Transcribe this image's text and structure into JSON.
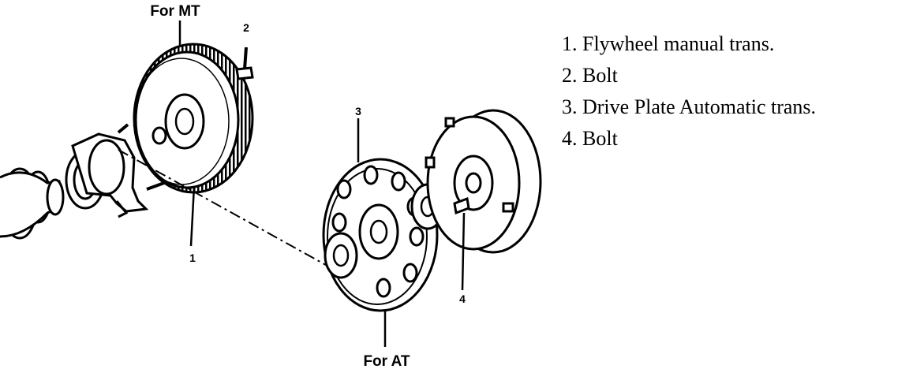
{
  "callouts": {
    "for_mt": "For MT",
    "for_at": "For AT",
    "num_1": "1",
    "num_2": "2",
    "num_3": "3",
    "num_4": "4"
  },
  "legend": {
    "items": [
      "1. Flywheel manual trans.",
      "2. Bolt",
      "3. Drive Plate Automatic trans.",
      "4. Bolt"
    ]
  }
}
